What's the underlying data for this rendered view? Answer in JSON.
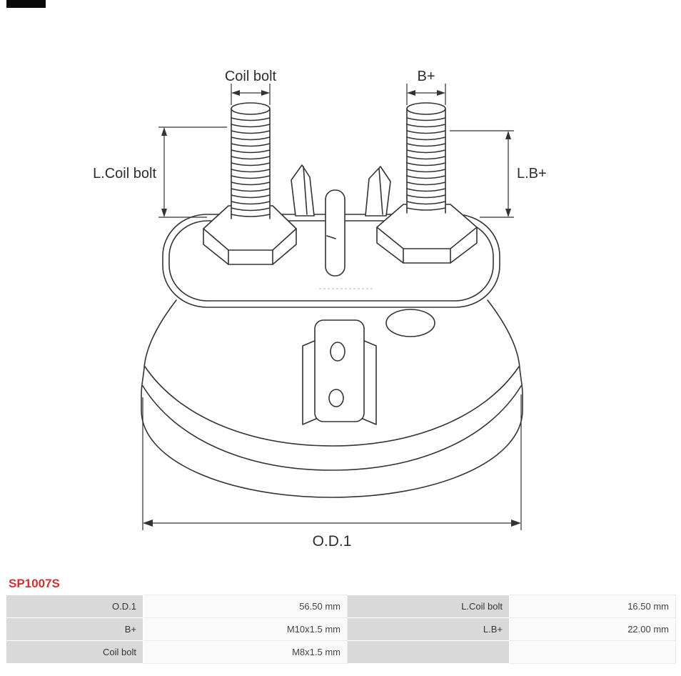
{
  "part_number": "SP1007S",
  "diagram": {
    "labels": {
      "coil_bolt": "Coil bolt",
      "b_plus": "B+",
      "l_coil_bolt": "L.Coil bolt",
      "l_b_plus": "L.B+",
      "od1": "O.D.1"
    }
  },
  "table": {
    "rows": [
      [
        "O.D.1",
        "56.50 mm",
        "L.Coil bolt",
        "16.50 mm"
      ],
      [
        "B+",
        "M10x1.5 mm",
        "L.B+",
        "22.00 mm"
      ],
      [
        "Coil bolt",
        "M8x1.5 mm",
        "",
        ""
      ]
    ]
  },
  "colors": {
    "part_number": "#cc3333",
    "table_label_bg": "#d9d9d9",
    "table_value_bg": "#fafafa",
    "drawing_stroke": "#333333"
  }
}
